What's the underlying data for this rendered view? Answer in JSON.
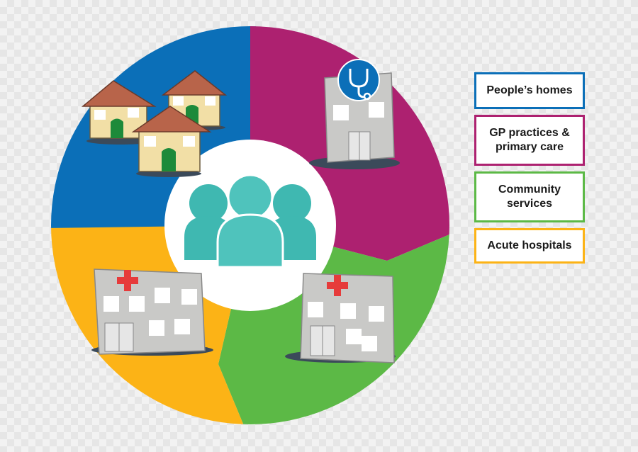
{
  "legend": [
    {
      "label": "People’s homes",
      "color": "#0b6fb8"
    },
    {
      "label": "GP practices &\nprimary care",
      "color": "#ad2170"
    },
    {
      "label": "Community\nservices",
      "color": "#5cb946"
    },
    {
      "label": "Acute hospitals",
      "color": "#fcb316"
    }
  ],
  "colors": {
    "homes": "#0b6fb8",
    "gp": "#ad2170",
    "community": "#5cb946",
    "acute": "#fcb316",
    "people": "#3fb8b1",
    "building": "#c9c9c7",
    "cross": "#e63b3b"
  },
  "icons": [
    "houses-icon",
    "gp-surgery-icon",
    "stethoscope-icon",
    "people-group-icon",
    "hospital-icon"
  ]
}
